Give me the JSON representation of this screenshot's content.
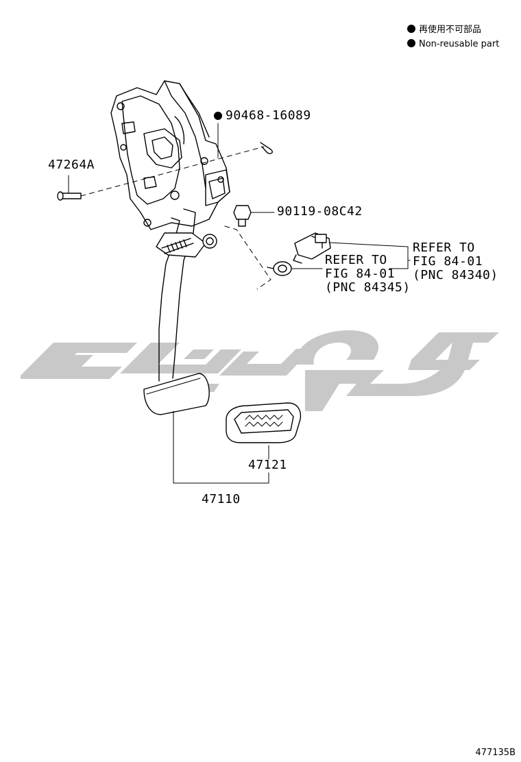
{
  "legend": {
    "marker_color": "#000000",
    "entries": [
      {
        "text": "再使用不可部品"
      },
      {
        "text": "Non-reusable part"
      }
    ]
  },
  "parts": {
    "clip_pin": {
      "number": "90468-16089",
      "non_reusable": true
    },
    "pin": {
      "number": "47264A"
    },
    "bolt": {
      "number": "90119-08C42"
    },
    "pad": {
      "number": "47121"
    },
    "pedal_assy": {
      "number": "47110"
    }
  },
  "references": {
    "switch": {
      "line1": "REFER TO",
      "line2": "FIG 84-01",
      "line3": "(PNC 84340)"
    },
    "cushion": {
      "line1": "REFER TO",
      "line2": "FIG 84-01",
      "line3": "(PNC 84345)"
    }
  },
  "watermark": {
    "color": "#c8c8c8"
  },
  "figure_id": "477135B"
}
